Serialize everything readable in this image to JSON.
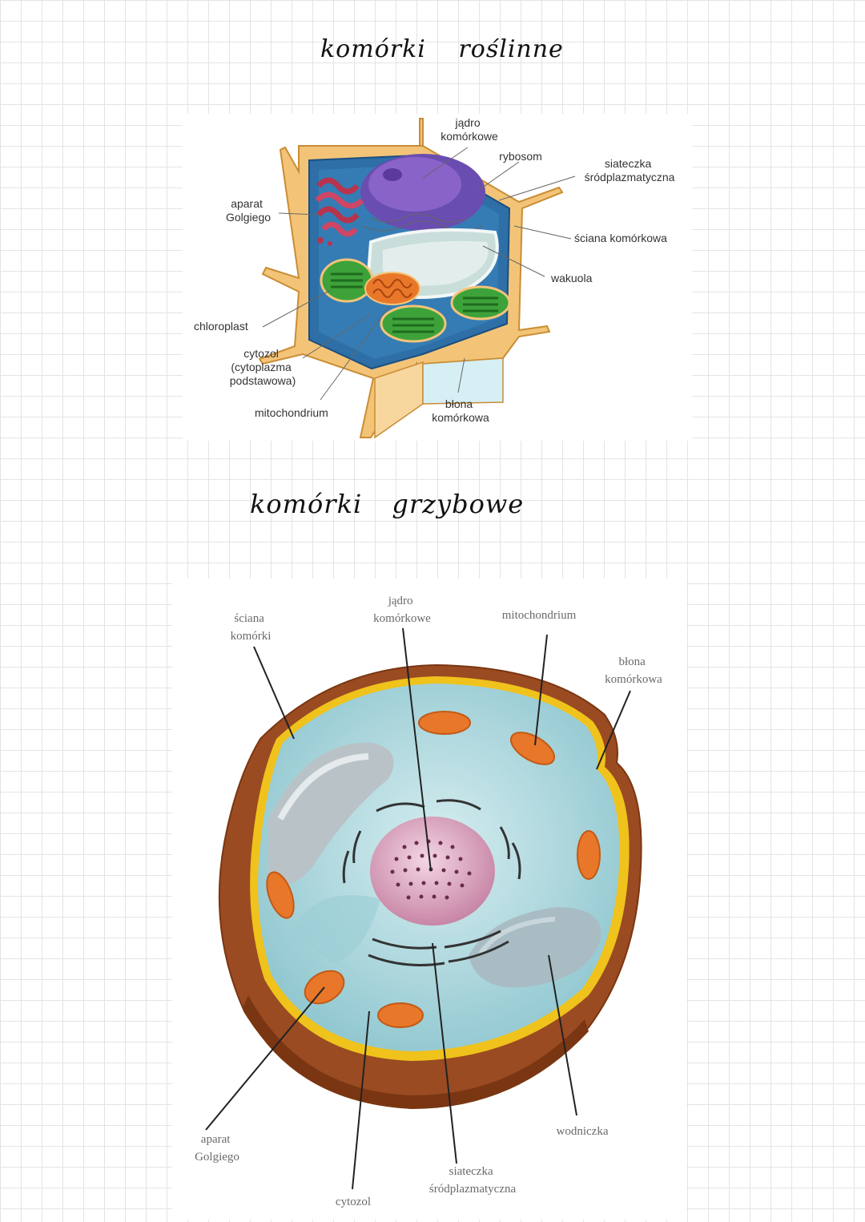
{
  "headings": {
    "plant": [
      "komórki",
      "roślinne"
    ],
    "fungal": [
      "komórki",
      "grzybowe"
    ]
  },
  "plant_cell": {
    "labels": {
      "nucleus": [
        "jądro",
        "komórkowe"
      ],
      "ribosome": [
        "rybosom"
      ],
      "er": [
        "siateczka",
        "śródplazmatyczna"
      ],
      "golgi": [
        "aparat",
        "Golgiego"
      ],
      "cell_wall": [
        "ściana komórkowa"
      ],
      "vacuole": [
        "wakuola"
      ],
      "chloroplast": [
        "chloroplast"
      ],
      "cytosol": [
        "cytozol",
        "(cytoplazma",
        "podstawowa)"
      ],
      "mitochondrion": [
        "mitochondrium"
      ],
      "membrane": [
        "błona",
        "komórkowa"
      ]
    },
    "colors": {
      "wall": "#f3c478",
      "cytoplasm": "#2d6fa6",
      "nucleus": "#8a63c9",
      "golgi": "#b8334d",
      "chloroplast": "#3ea23a",
      "mitochondrion": "#e8772a",
      "vacuole": "#d8e8e6"
    }
  },
  "fungal_cell": {
    "labels": {
      "cell_wall": [
        "ściana",
        "komórki"
      ],
      "nucleus": [
        "jądro",
        "komórkowe"
      ],
      "mitochondrion": [
        "mitochondrium"
      ],
      "membrane": [
        "błona",
        "komórkowa"
      ],
      "golgi": [
        "aparat",
        "Golgiego"
      ],
      "cytosol": [
        "cytozol"
      ],
      "er": [
        "siateczka",
        "śródplazmatyczna"
      ],
      "vacuole": [
        "wodniczka"
      ]
    },
    "colors": {
      "wall": "#9a4b22",
      "membrane": "#f0c21c",
      "cytoplasm": "#a8d8de",
      "nucleus": "#c886a6",
      "mitochondrion": "#e8772a",
      "vacuole": "#a9bcc4"
    }
  }
}
